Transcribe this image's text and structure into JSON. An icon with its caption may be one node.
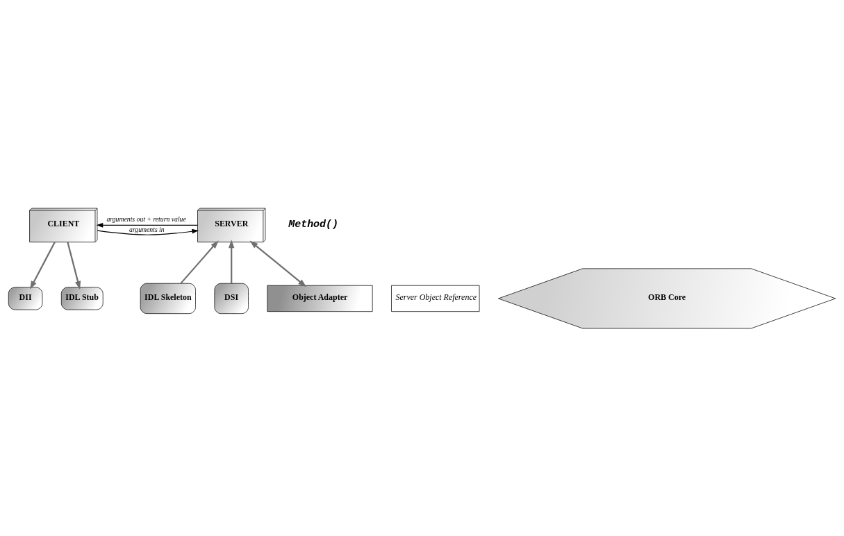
{
  "diagram": {
    "nodes": [
      {
        "text": [
          "CLIENT"
        ]
      },
      {
        "text": [
          "Server Object Reference"
        ]
      },
      {
        "text": [
          "SERVER"
        ]
      },
      {
        "text": [
          "DII"
        ]
      },
      {
        "text": [
          "IDL Stub"
        ]
      },
      {
        "text": [
          "IDL Skeleton"
        ]
      },
      {
        "text": [
          "DSI"
        ]
      },
      {
        "text": [
          "Object Adapter"
        ]
      },
      {
        "text": [
          "ORB Core"
        ]
      }
    ],
    "edges": [
      {
        "from": 0,
        "to": 2,
        "arrow": "to",
        "label": "arguments in",
        "color": "#000000"
      },
      {
        "from": 2,
        "to": 0,
        "arrow": "to",
        "label": "arguments out + return value",
        "color": "#000000"
      },
      {
        "from": 0,
        "to": 3,
        "arrow": "to"
      },
      {
        "from": 0,
        "to": 4,
        "arrow": "to"
      },
      {
        "from": 5,
        "to": 2,
        "arrow": "to"
      },
      {
        "from": 6,
        "to": 2,
        "arrow": "to"
      },
      {
        "from": 7,
        "to": 2,
        "arrow": "both"
      }
    ],
    "labels": [
      "Method()"
    ]
  }
}
